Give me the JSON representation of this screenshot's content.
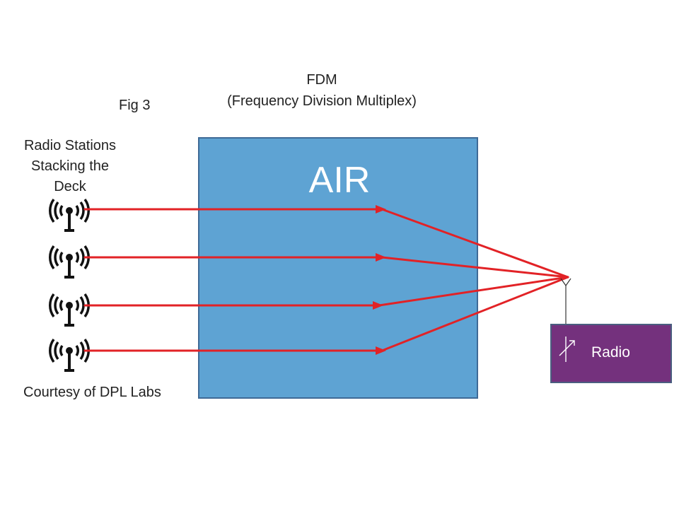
{
  "diagram": {
    "title": "FDM",
    "subtitle": "(Frequency Division Multiplex)",
    "figure_label": "Fig 3",
    "stations_label": "Radio Stations Stacking the Deck",
    "credit": "Courtesy of DPL Labs",
    "medium_label": "AIR",
    "receiver_label": "Radio",
    "station_count": 4,
    "icons": [
      "radio-tower-icon",
      "antenna-icon",
      "tuning-arrow-icon"
    ],
    "colors": {
      "medium": "#5ea3d3",
      "receiver": "#74317d",
      "signal": "#e22226"
    }
  }
}
